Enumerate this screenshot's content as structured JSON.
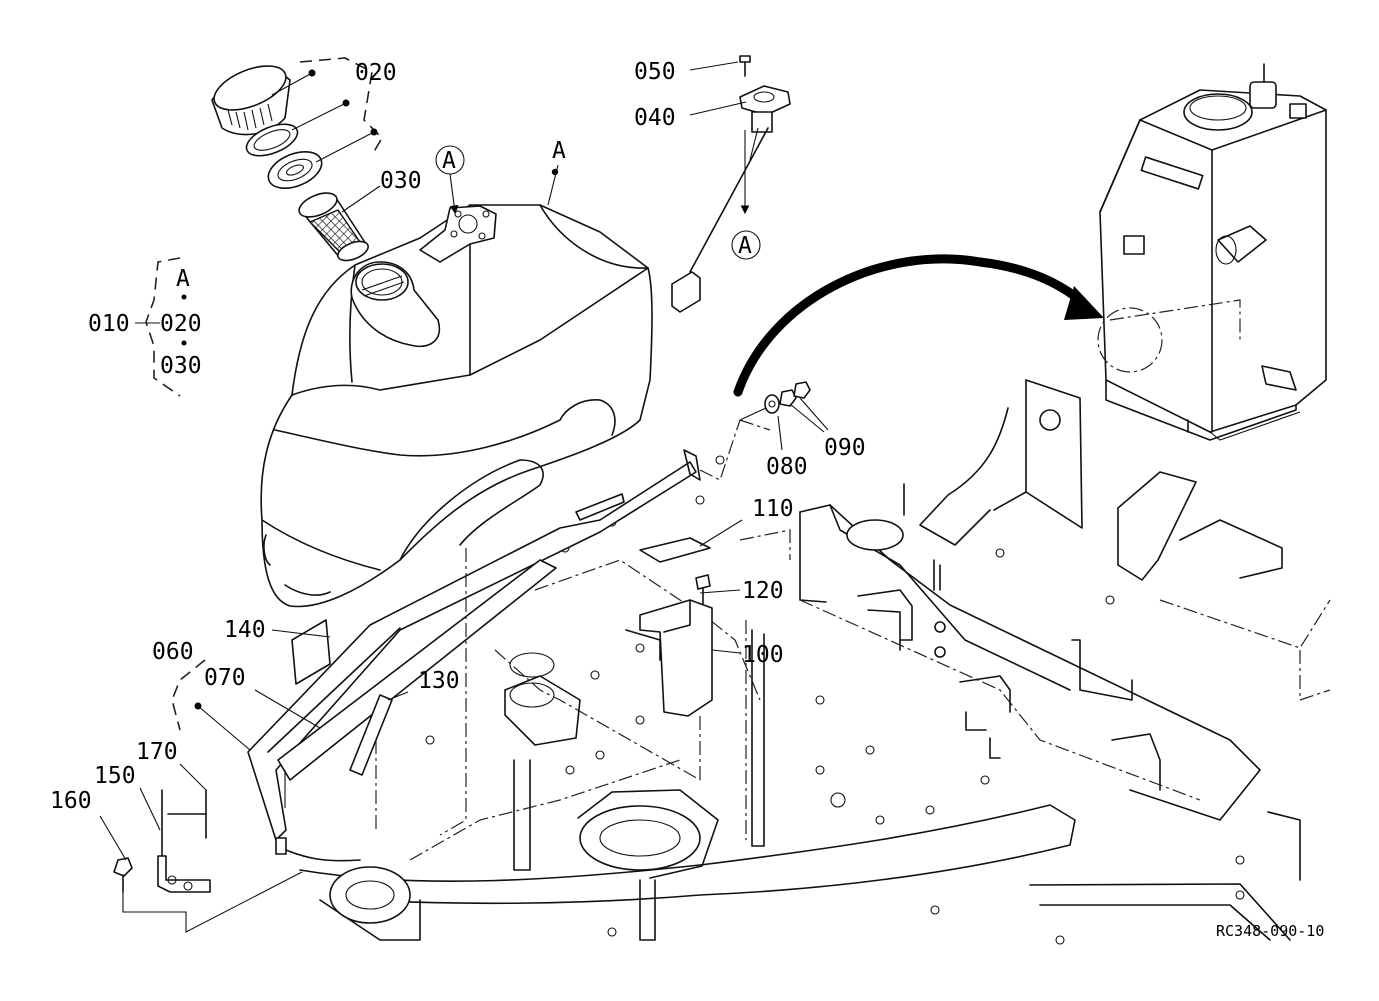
{
  "callouts": {
    "p010": "010",
    "p020": "020",
    "p030": "030",
    "p040": "040",
    "p050": "050",
    "p060": "060",
    "p070": "070",
    "p080": "080",
    "p090": "090",
    "p100": "100",
    "p110": "110",
    "p120": "120",
    "p130": "130",
    "p140": "140",
    "p150": "150",
    "p160": "160",
    "p170": "170"
  },
  "assembly_group": {
    "ref": "A",
    "item_1": "020",
    "item_2": "030"
  },
  "connection_marks": {
    "tank_port": "A",
    "sender_lead": "A",
    "tank_ref": "A"
  },
  "drawing_code": "RC348-090-10"
}
